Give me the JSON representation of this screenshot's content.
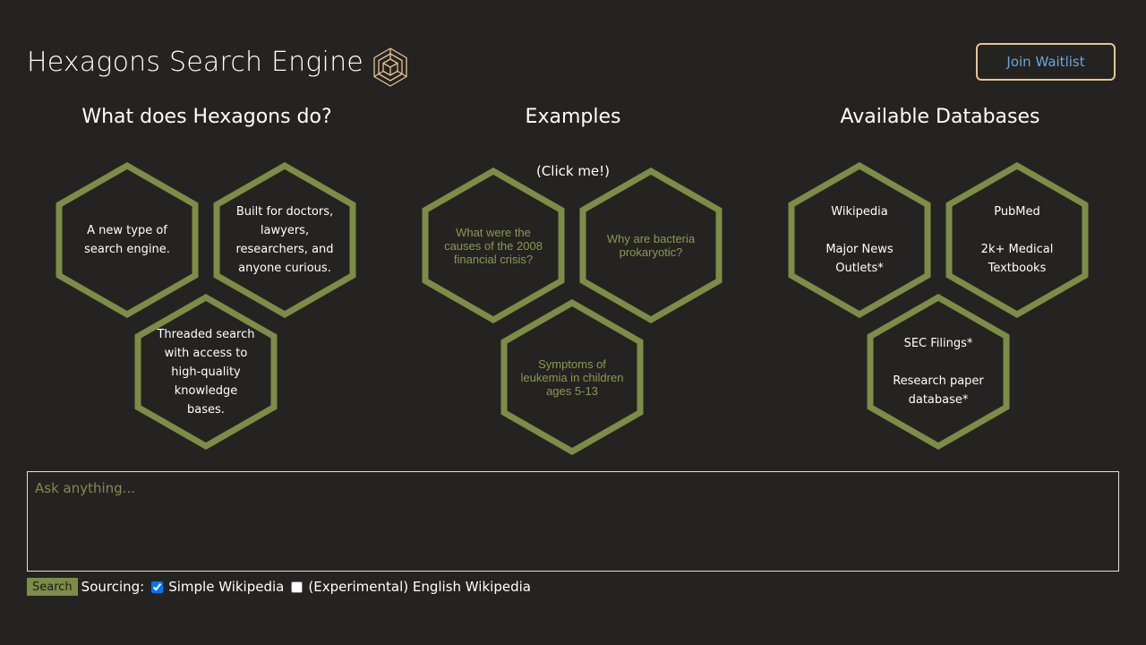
{
  "header": {
    "title": "Hexagons Search Engine",
    "logo_icon": "hexagon-logo-icon",
    "join_label": "Join Waitlist"
  },
  "colors": {
    "background": "#242321",
    "hex_stroke": "#7d8c46",
    "accent_gold": "#e8c48d",
    "link_blue": "#6aa6dd",
    "example_text": "#8a9a4d"
  },
  "sections": {
    "about": {
      "heading": "What does Hexagons do?",
      "hexes": [
        {
          "lines": [
            "A new type of search engine."
          ]
        },
        {
          "lines": [
            "Built for doctors, lawyers, researchers, and anyone curious."
          ]
        },
        {
          "lines": [
            "Threaded search with access to high-quality knowledge bases."
          ]
        }
      ]
    },
    "examples": {
      "heading": "Examples",
      "hint": "(Click me!)",
      "hexes": [
        {
          "lines": [
            "What were the causes of the 2008 financial crisis?"
          ]
        },
        {
          "lines": [
            "Why are bacteria prokaryotic?"
          ]
        },
        {
          "lines": [
            "Symptoms of leukemia in children ages 5-13"
          ]
        }
      ]
    },
    "databases": {
      "heading": "Available Databases",
      "hexes": [
        {
          "lines": [
            "Wikipedia",
            "Major News Outlets*"
          ]
        },
        {
          "lines": [
            "PubMed",
            "2k+ Medical Textbooks"
          ]
        },
        {
          "lines": [
            "SEC Filings*",
            "Research paper database*"
          ]
        }
      ]
    }
  },
  "search": {
    "placeholder": "Ask anything...",
    "button_label": "Search",
    "sourcing_label": "Sourcing:",
    "options": [
      {
        "label": "Simple Wikipedia",
        "checked": true
      },
      {
        "label": "(Experimental) English Wikipedia",
        "checked": false
      }
    ]
  }
}
